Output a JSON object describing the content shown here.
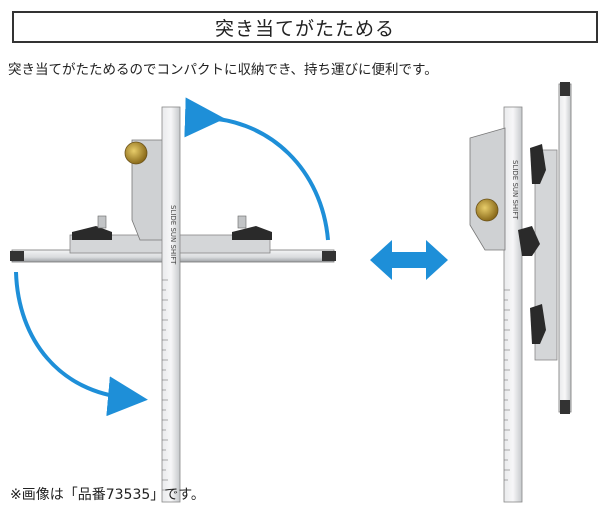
{
  "header": {
    "title": "突き当てがたためる"
  },
  "description": {
    "caption": "突き当てがたためるのでコンパクトに収納でき、持ち運びに便利です。"
  },
  "product": {
    "brand_label": "SLIDE SUN SHIFT",
    "folded_brand_label": "SLIDE SUN SHIFT"
  },
  "footer": {
    "note": "※画像は「品番73535」です。"
  },
  "icons": {
    "rotate_up": "curved-arrow-icon",
    "rotate_down": "curved-arrow-icon",
    "transform": "double-arrow-icon"
  },
  "colors": {
    "arrow_blue": "#1e8fd8",
    "metal": "#c7cacd",
    "metal_dark": "#6f7378",
    "knob_gold": "#b8952e"
  }
}
